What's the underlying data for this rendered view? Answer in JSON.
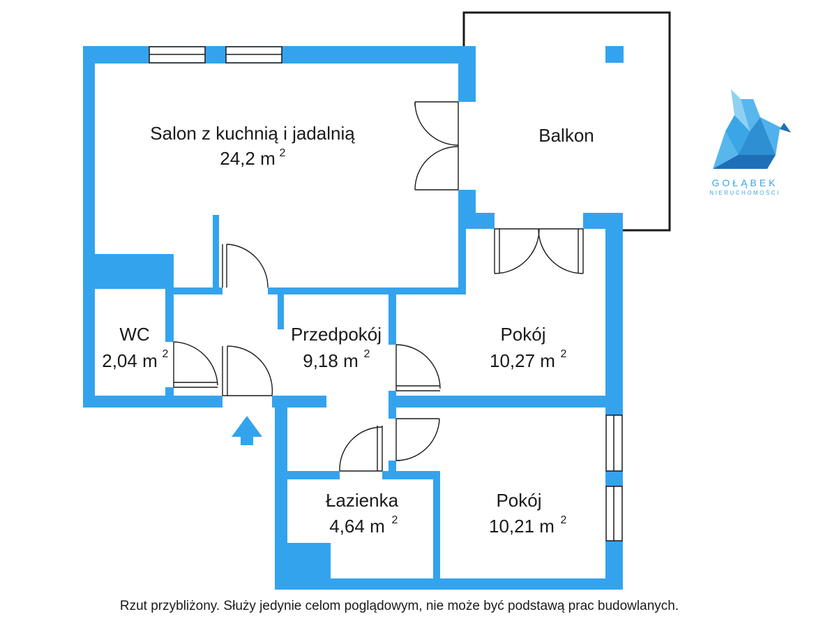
{
  "colors": {
    "wall": "#34a3ee",
    "window": "#ffffff",
    "outline": "#1a1a1a",
    "logo_light": "#57b7ec",
    "logo_mid": "#2e8fd3",
    "logo_dark": "#1f6fb6"
  },
  "rooms": [
    {
      "id": "salon",
      "name": "Salon z kuchnią i jadalnią",
      "area": "24,2 m",
      "unit_sup": "2"
    },
    {
      "id": "balkon",
      "name": "Balkon"
    },
    {
      "id": "wc",
      "name": "WC",
      "area": "2,04 m",
      "unit_sup": "2"
    },
    {
      "id": "przedpokoj",
      "name": "Przedpokój",
      "area": "9,18 m",
      "unit_sup": "2"
    },
    {
      "id": "pokoj1",
      "name": "Pokój",
      "area": "10,27 m",
      "unit_sup": "2"
    },
    {
      "id": "lazienka",
      "name": "Łazienka",
      "area": "4,64 m",
      "unit_sup": "2"
    },
    {
      "id": "pokoj2",
      "name": "Pokój",
      "area": "10,21 m",
      "unit_sup": "2"
    }
  ],
  "logo": {
    "name": "GOŁĄBEK",
    "subtitle": "NIERUCHOMOŚCI",
    "icon": "origami-dove-icon"
  },
  "entrance_icon": "entrance-arrow-icon",
  "disclaimer": "Rzut przybliżony. Służy jedynie celom poglądowym, nie może być podstawą prac budowlanych."
}
